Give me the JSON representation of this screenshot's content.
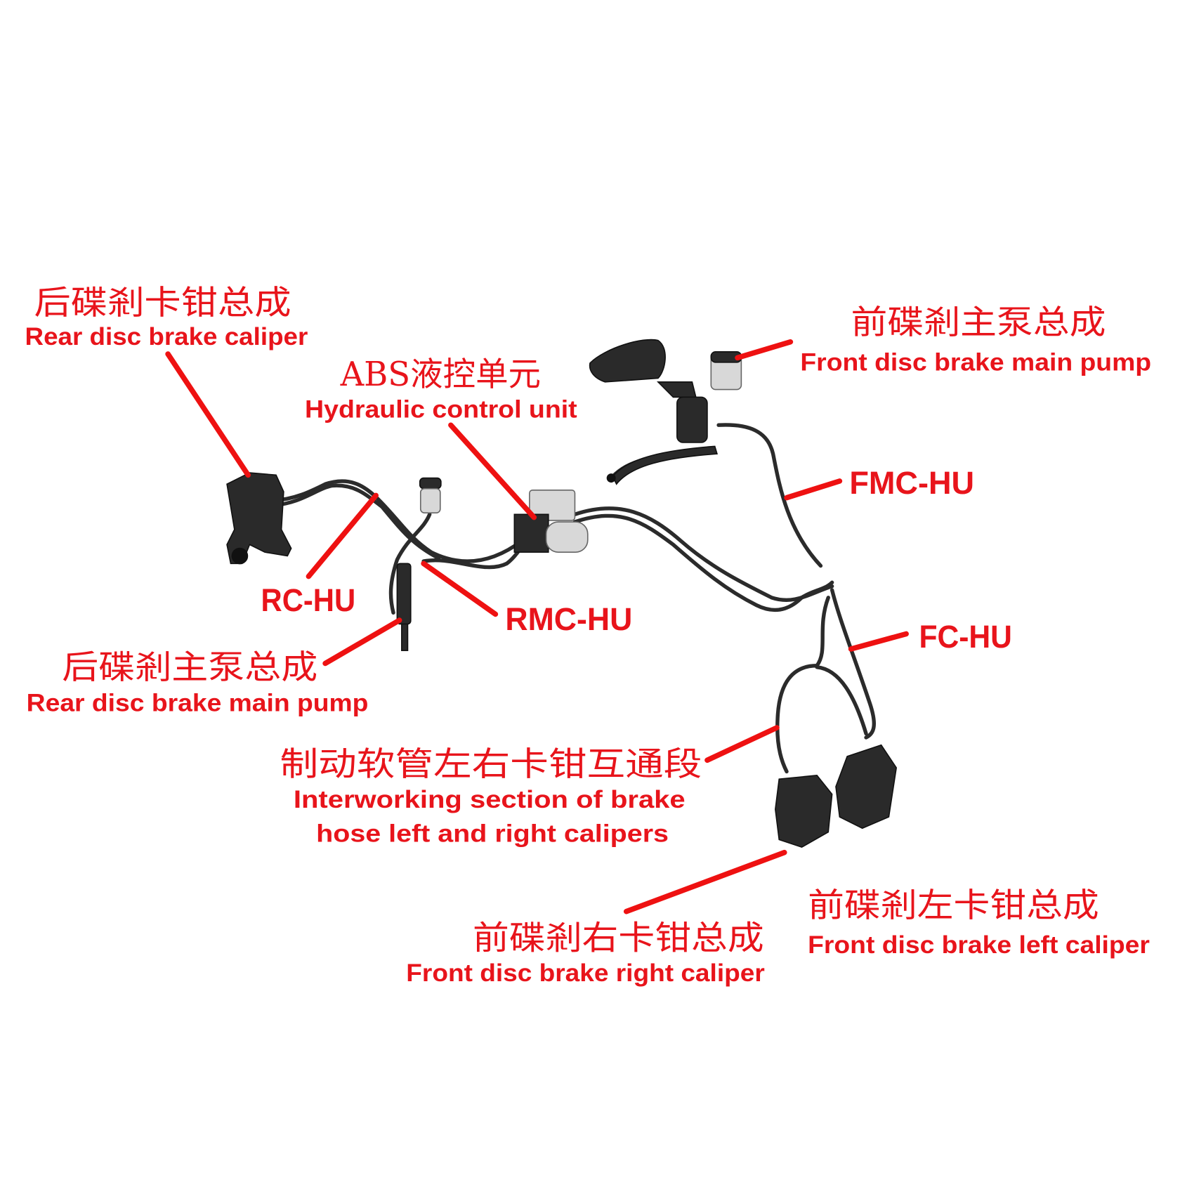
{
  "colors": {
    "label": "#e8141b",
    "leader": "#ee1111",
    "hose": "#2b2b2b"
  },
  "labels": {
    "rear_caliper": {
      "cn": "后碟剎卡钳总成",
      "en": "Rear disc brake caliper"
    },
    "abs_unit": {
      "cn": "ABS液控单元",
      "en": "Hydraulic control unit"
    },
    "front_main_pump": {
      "cn": "前碟剎主泵总成",
      "en": "Front disc brake main pump"
    },
    "rear_main_pump": {
      "cn": "后碟剎主泵总成",
      "en": "Rear disc brake main pump"
    },
    "interworking": {
      "cn": "制动软管左右卡钳互通段",
      "en_line1": "Interworking section of brake",
      "en_line2": "hose left and right calipers"
    },
    "front_left_caliper": {
      "cn": "前碟剎左卡钳总成",
      "en": "Front disc brake left caliper"
    },
    "front_right_caliper": {
      "cn": "前碟剎右卡钳总成",
      "en": "Front disc brake right caliper"
    }
  },
  "hoses": {
    "fmc_hu": "FMC-HU",
    "rc_hu": "RC-HU",
    "rmc_hu": "RMC-HU",
    "fc_hu": "FC-HU"
  }
}
